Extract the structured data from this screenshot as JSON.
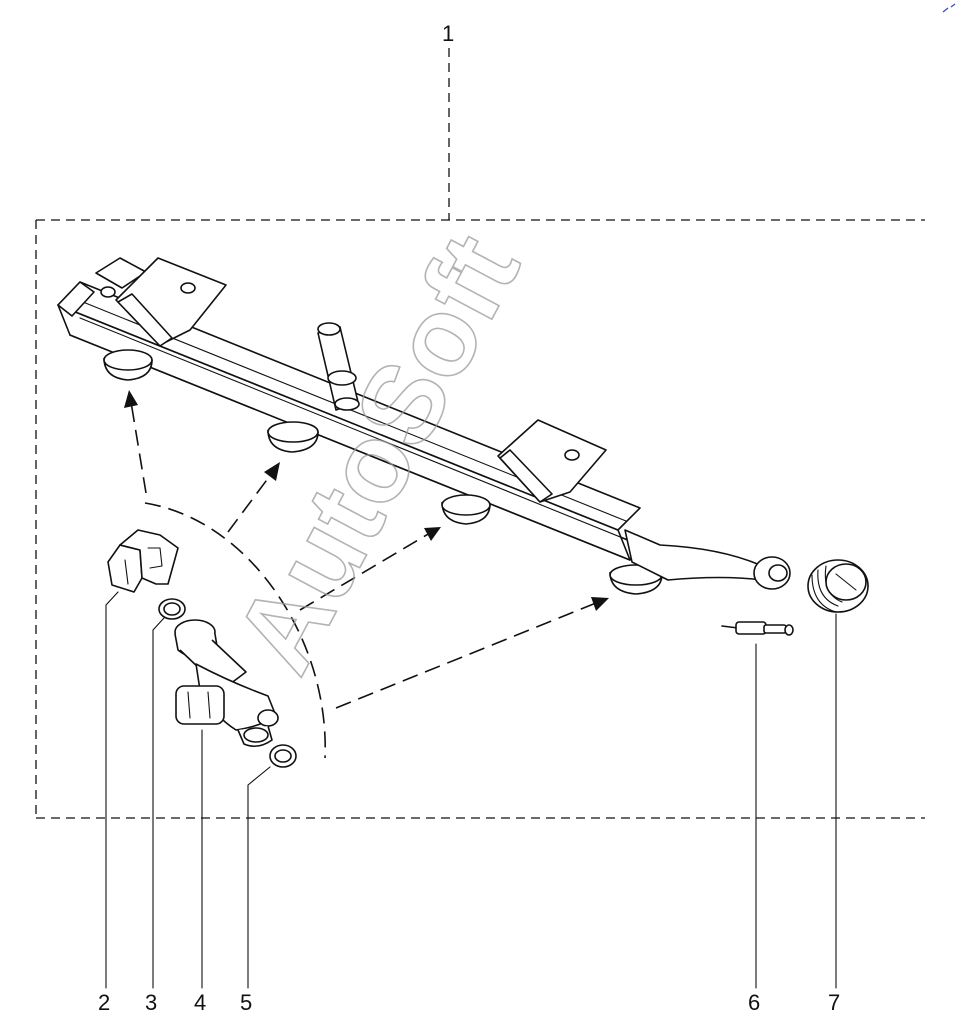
{
  "callouts": [
    "1",
    "2",
    "3",
    "4",
    "5",
    "6",
    "7"
  ],
  "watermark": "AutoSoft",
  "colors": {
    "line": "#111111",
    "background": "#ffffff",
    "watermark": "#9a9a9a"
  }
}
